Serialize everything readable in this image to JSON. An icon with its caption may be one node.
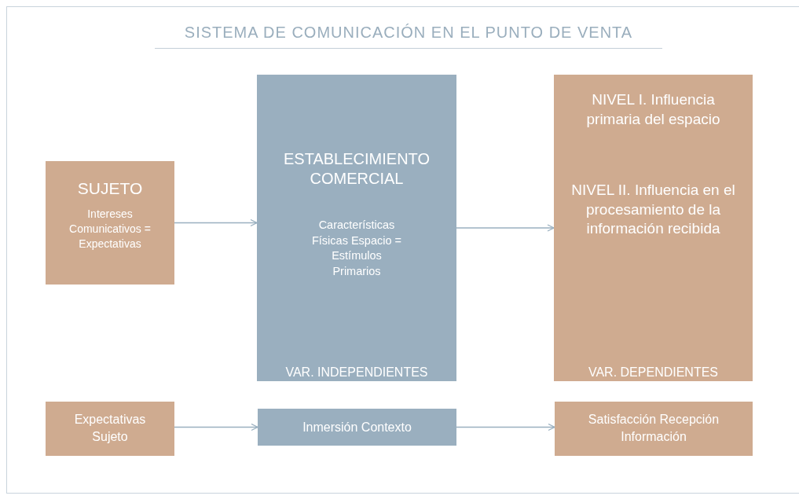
{
  "diagram": {
    "title": "SISTEMA DE COMUNICACIÓN EN EL PUNTO DE VENTA",
    "nodes": [
      {
        "text": [
          "SUJETO",
          "Intereses Comunicativos = Expectativas"
        ]
      },
      {
        "text": [
          "ESTABLECIMIENTO COMERCIAL",
          "Características Físicas Espacio = Estímulos Primarios",
          "VAR. INDEPENDIENTES"
        ]
      },
      {
        "text": [
          "NIVEL I. Influencia primaria del espacio",
          "NIVEL II. Influencia en el procesamiento de la información recibida",
          "VAR. DEPENDIENTES"
        ]
      },
      {
        "text": [
          "Expectativas Sujeto"
        ]
      },
      {
        "text": [
          "Inmersión Contexto"
        ]
      },
      {
        "text": [
          "Satisfacción Recepción Información"
        ]
      }
    ],
    "edges": [
      {
        "from": 0,
        "to": 1,
        "arrow": "to"
      },
      {
        "from": 1,
        "to": 2,
        "arrow": "to"
      },
      {
        "from": 3,
        "to": 4,
        "arrow": "to"
      },
      {
        "from": 4,
        "to": 5,
        "arrow": "to"
      }
    ]
  }
}
